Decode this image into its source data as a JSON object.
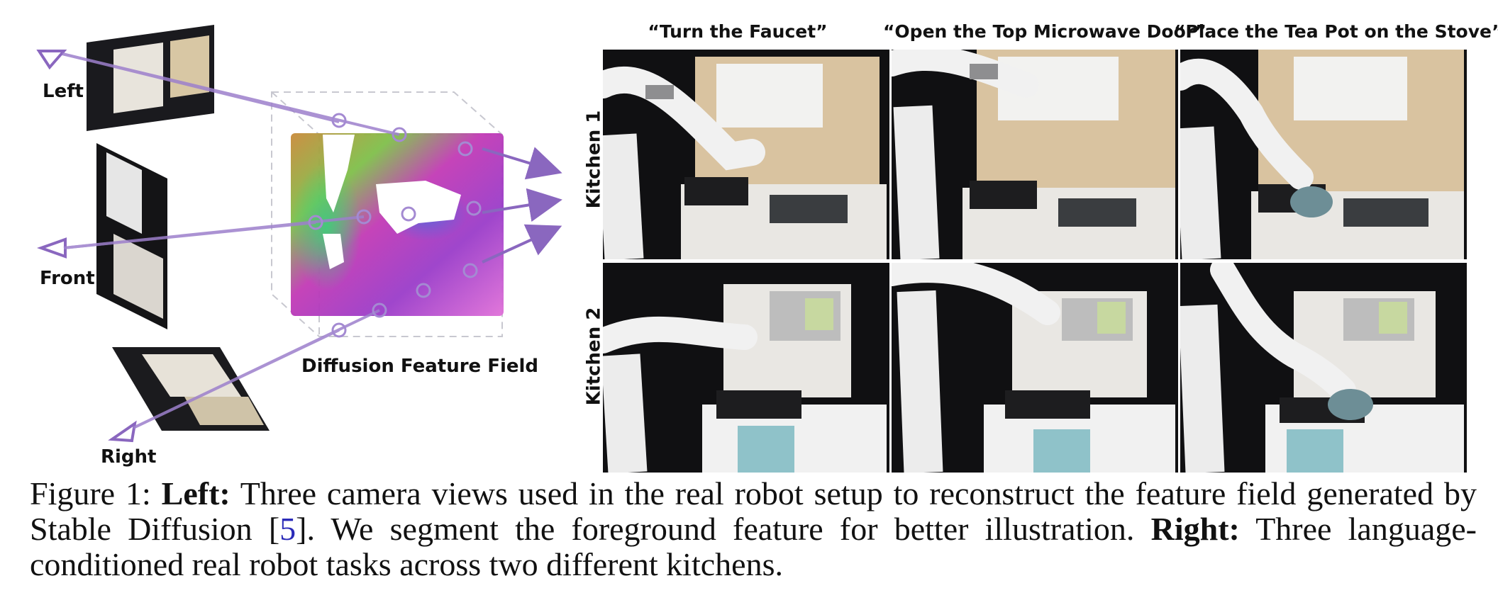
{
  "left": {
    "views": [
      "Left",
      "Front",
      "Right"
    ],
    "field_label": "Diffusion Feature Field"
  },
  "right": {
    "tasks": [
      "“Turn the Faucet”",
      "“Open the Top Microwave Door”",
      "“Place the Tea Pot on  the Stove”"
    ],
    "kitchens": [
      "Kitchen 1",
      "Kitchen 2"
    ]
  },
  "caption": {
    "prefix": "Figure 1: ",
    "left_head": "Left:",
    "part1": " Three camera views used in the real robot setup to reconstruct the feature field generated by Stable Diffusion [",
    "cite": "5",
    "part2": "]. We segment the foreground feature for better illustration. ",
    "right_head": "Right:",
    "part3": " Three language-conditioned real robot tasks across two different kitchens."
  },
  "colors": {
    "accent": "#8a67bf",
    "cite": "#2b2bb8"
  }
}
